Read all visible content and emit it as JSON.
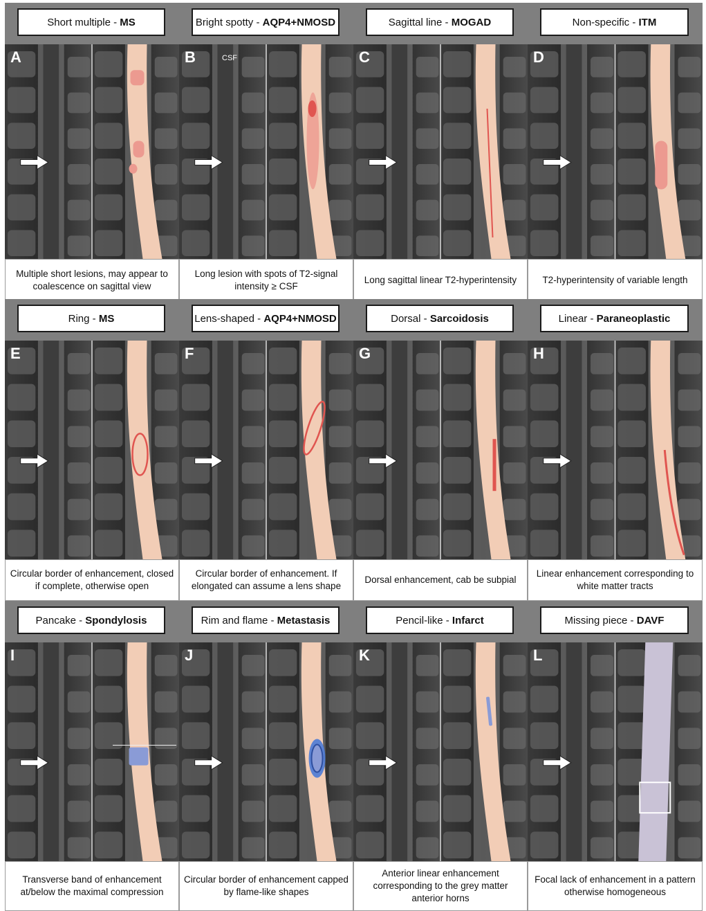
{
  "panels": [
    {
      "letter": "A",
      "pattern": "Short multiple",
      "diagnosis": "MS",
      "caption": "Multiple short lesions, may appear to coalescence on sagittal view",
      "annotation": "",
      "row": 0,
      "col": 0,
      "kind": "spots-multi"
    },
    {
      "letter": "B",
      "pattern": "Bright spotty",
      "diagnosis": "AQP4+NMOSD",
      "caption": "Long lesion with spots of T2-signal intensity ≥ CSF",
      "annotation": "CSF",
      "row": 0,
      "col": 1,
      "kind": "bright-spotty"
    },
    {
      "letter": "C",
      "pattern": "Sagittal line",
      "diagnosis": "MOGAD",
      "caption": "Long sagittal linear T2-hyperintensity",
      "annotation": "",
      "row": 0,
      "col": 2,
      "kind": "sagittal-line"
    },
    {
      "letter": "D",
      "pattern": "Non-specific",
      "diagnosis": "ITM",
      "caption": "T2-hyperintensity of variable length",
      "annotation": "",
      "row": 0,
      "col": 3,
      "kind": "nonspecific"
    },
    {
      "letter": "E",
      "pattern": "Ring",
      "diagnosis": "MS",
      "caption": "Circular border of enhancement, closed if complete, otherwise open",
      "annotation": "",
      "row": 1,
      "col": 0,
      "kind": "ring"
    },
    {
      "letter": "F",
      "pattern": "Lens-shaped",
      "diagnosis": "AQP4+NMOSD",
      "caption": "Circular border of enhancement. If elongated can assume a lens shape",
      "annotation": "",
      "row": 1,
      "col": 1,
      "kind": "lens"
    },
    {
      "letter": "G",
      "pattern": "Dorsal",
      "diagnosis": "Sarcoidosis",
      "caption": "Dorsal enhancement, cab be subpial",
      "annotation": "",
      "row": 1,
      "col": 2,
      "kind": "dorsal"
    },
    {
      "letter": "H",
      "pattern": "Linear",
      "diagnosis": "Paraneoplastic",
      "caption": "Linear enhancement corresponding to white matter tracts",
      "annotation": "",
      "row": 1,
      "col": 3,
      "kind": "linear"
    },
    {
      "letter": "I",
      "pattern": "Pancake",
      "diagnosis": "Spondylosis",
      "caption": "Transverse band of enhancement at/below the maximal compression",
      "annotation": "",
      "row": 2,
      "col": 0,
      "kind": "pancake"
    },
    {
      "letter": "J",
      "pattern": "Rim and flame",
      "diagnosis": "Metastasis",
      "caption": "Circular border of enhancement capped by flame-like shapes",
      "annotation": "",
      "row": 2,
      "col": 1,
      "kind": "rim-flame"
    },
    {
      "letter": "K",
      "pattern": "Pencil-like",
      "diagnosis": "Infarct",
      "caption": "Anterior linear enhancement corresponding to the grey matter anterior horns",
      "annotation": "",
      "row": 2,
      "col": 2,
      "kind": "pencil"
    },
    {
      "letter": "L",
      "pattern": "Missing piece",
      "diagnosis": "DAVF",
      "caption": "Focal lack of enhancement in a pattern otherwise homogeneous",
      "annotation": "",
      "row": 2,
      "col": 3,
      "kind": "missing-piece"
    }
  ],
  "colors": {
    "cord": "#f2cdb6",
    "lesion_red": "#e05550",
    "lesion_pink": "#ec9a90",
    "lesion_blue": "#8a9bd6",
    "flame_blue": "#4c7bd6",
    "davf_grey": "#c9c2d6"
  }
}
